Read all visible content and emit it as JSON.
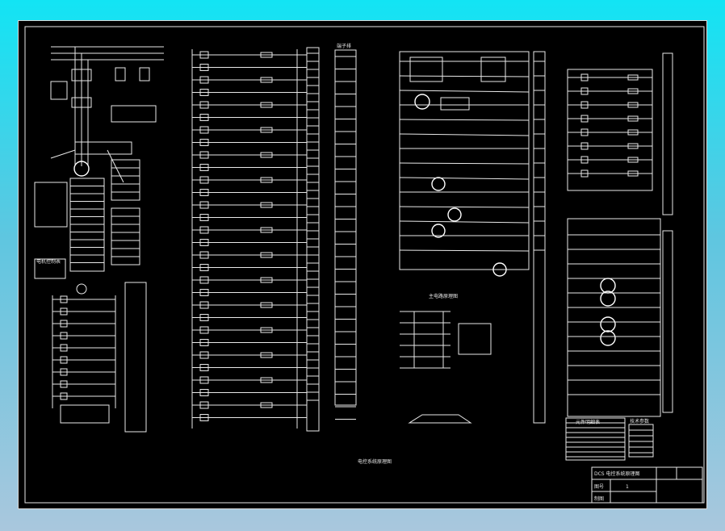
{
  "drawing": {
    "title_block": {
      "title": "DCS 电控系统原理图",
      "row2_label": "图号",
      "row2_value": "1",
      "row3_label": "制图"
    },
    "center_caption": "电控系统原理图",
    "left_small_table": {
      "title": "电机控制表"
    },
    "terminal_list_label": "端子排",
    "motor_panel_caption": "主电路原理图",
    "bottom_tables": {
      "left_title": "元件明细表",
      "right_title": "技术参数"
    }
  },
  "colors": {
    "frame_bg": "#000000",
    "line": "#e8e8e8",
    "backdrop_top": "#12e4f4",
    "backdrop_bottom": "#a9c7dd"
  }
}
